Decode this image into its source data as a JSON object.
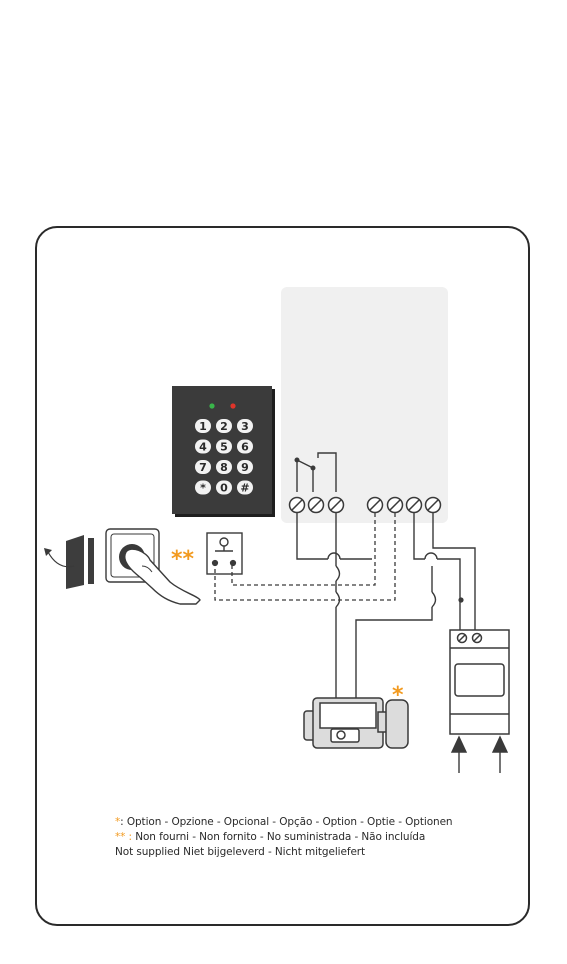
{
  "diagram": {
    "keypad_keys": [
      "1",
      "2",
      "3",
      "4",
      "5",
      "6",
      "7",
      "8",
      "9",
      "*",
      "0",
      "#"
    ],
    "option_marker": "*",
    "not_supplied_marker": "**",
    "colors": {
      "accent_orange": "#f29a1f",
      "line": "#3a3a3a",
      "panel": "#f0f0f0",
      "keypad": "#3b3b3b"
    }
  },
  "legend": {
    "line1_marker": "*",
    "line1_text": ": Option - Opzione - Opcional - Opção - Option - Optie - Optionen",
    "line2_marker": "** :",
    "line2_text": " Non fourni - Non fornito - No suministrada - Não incluída",
    "line3_text": "Not supplied Niet bijgeleverd - Nicht mitgeliefert"
  }
}
